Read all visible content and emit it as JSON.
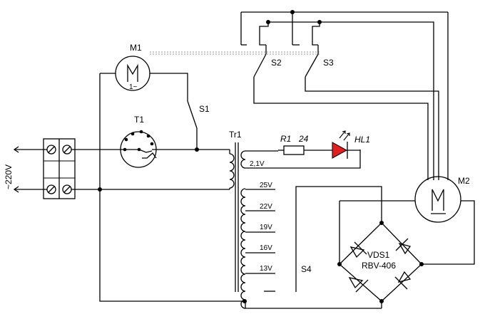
{
  "labels": {
    "m1": "M1",
    "m1_ac": "1~",
    "t1": "T1",
    "s1": "S1",
    "tr1": "Tr1",
    "r1": "R1",
    "r1_val": "24",
    "hl1": "HL1",
    "sec_21": "2,1V",
    "s2": "S2",
    "s3": "S3",
    "m2": "M2",
    "mains": "~220V",
    "tap_25": "25V",
    "tap_22": "22V",
    "tap_19": "19V",
    "tap_16": "16V",
    "tap_13": "13V",
    "s4": "S4",
    "vds1": "VDS1",
    "vds1_type": "RBV-406"
  },
  "colors": {
    "wire": "#000000",
    "led": "#e02020",
    "mechanical_link": "#999999"
  },
  "icons": {
    "motor": "M",
    "led_light": "light-rays"
  }
}
